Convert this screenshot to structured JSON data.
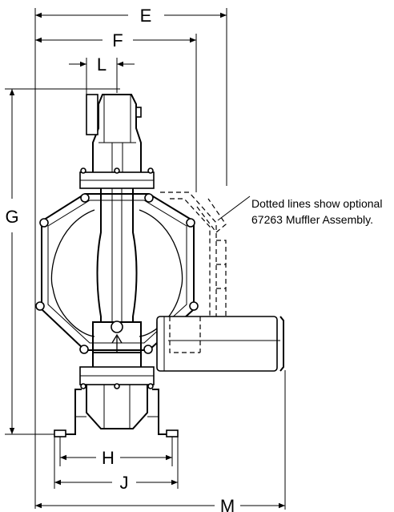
{
  "dimensions": {
    "E": "E",
    "F": "F",
    "L": "L",
    "G": "G",
    "H": "H",
    "J": "J",
    "M": "M"
  },
  "note": {
    "line1": "Dotted lines show optional",
    "line2": "67263 Muffler Assembly."
  }
}
